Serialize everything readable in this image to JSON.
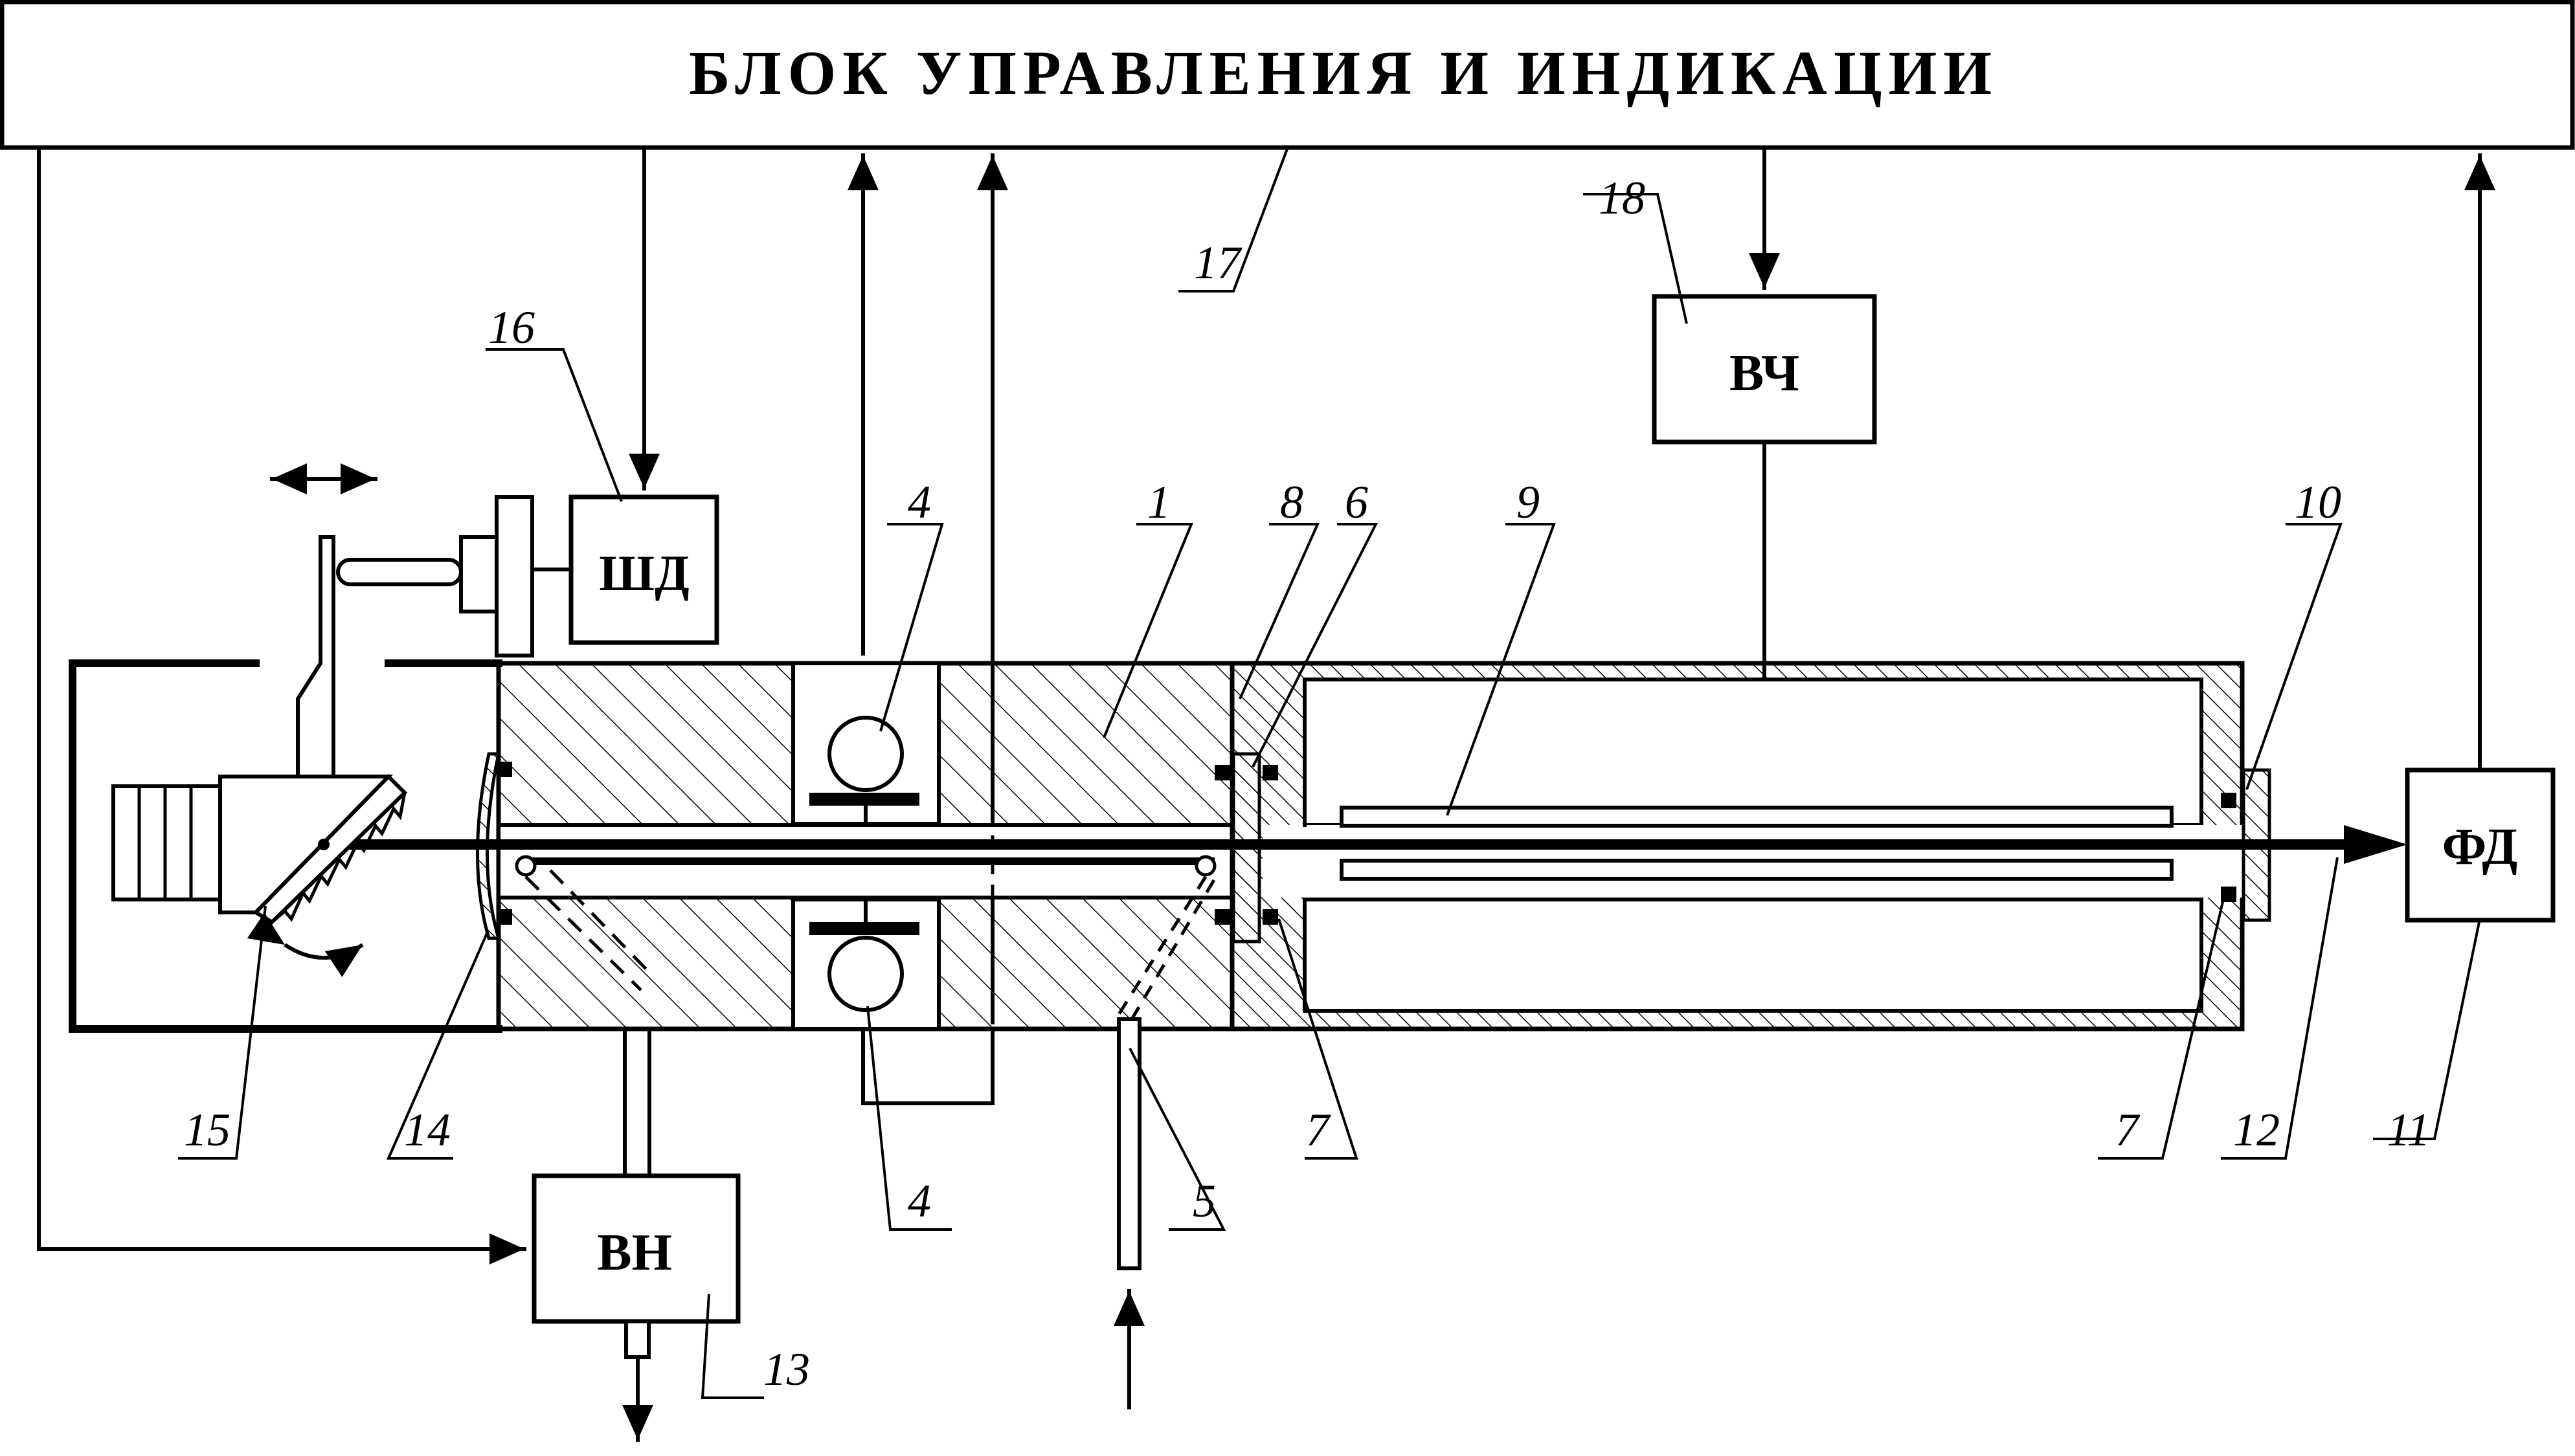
{
  "diagram": {
    "control_unit": "БЛОК УПРАВЛЕНИЯ И ИНДИКАЦИИ",
    "boxes": {
      "stepper_motor": "ШД",
      "rf_generator": "ВЧ",
      "photodetector": "ФД",
      "vacuum_pump": "ВН"
    },
    "labels": {
      "l1": "1",
      "l4a": "4",
      "l4b": "4",
      "l5": "5",
      "l6": "6",
      "l7a": "7",
      "l7b": "7",
      "l8": "8",
      "l9": "9",
      "l10": "10",
      "l11": "11",
      "l12": "12",
      "l13": "13",
      "l14": "14",
      "l15": "15",
      "l16": "16",
      "l17": "17",
      "l18": "18"
    },
    "colors": {
      "ink": "#000000",
      "paper": "#ffffff"
    }
  }
}
